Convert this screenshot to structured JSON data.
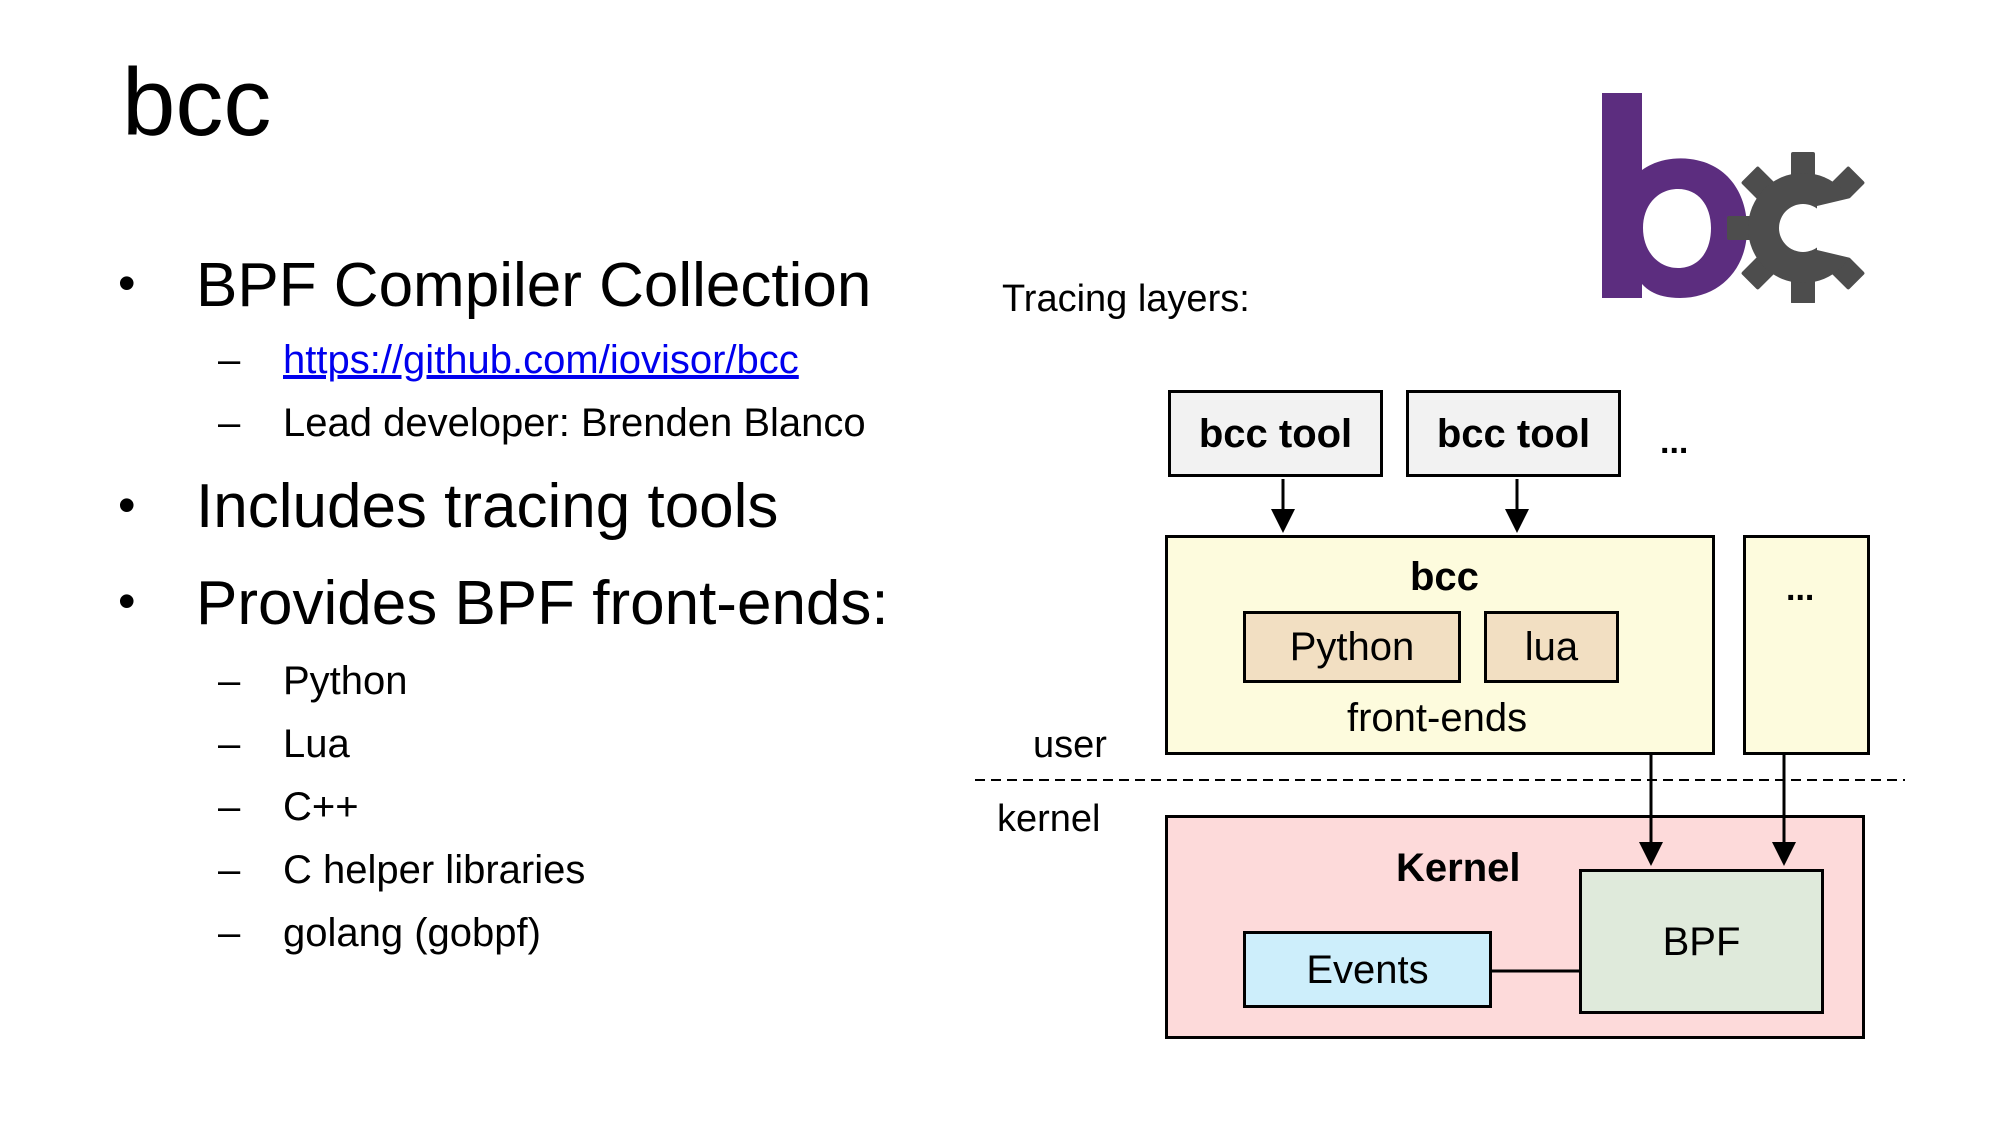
{
  "slide": {
    "title": "bcc",
    "bullets": [
      {
        "text": "BPF Compiler Collection",
        "subitems": [
          {
            "text": "https://github.com/iovisor/bcc",
            "is_link": true
          },
          {
            "text": "Lead developer: Brenden Blanco",
            "is_link": false
          }
        ]
      },
      {
        "text": "Includes tracing tools",
        "subitems": []
      },
      {
        "text": "Provides BPF front-ends:",
        "subitems": [
          {
            "text": "Python"
          },
          {
            "text": "Lua"
          },
          {
            "text": "C++"
          },
          {
            "text": "C helper libraries"
          },
          {
            "text": "golang (gobpf)"
          }
        ]
      }
    ],
    "bullet_glyph": "•",
    "dash_glyph": "–"
  },
  "logo": {
    "text": "bcc",
    "icon": "gear-icon",
    "colors": {
      "b": "#5c2d7f",
      "gear": "#4d4d4d"
    }
  },
  "diagram": {
    "caption": "Tracing layers:",
    "tool1": "bcc tool",
    "tool2": "bcc tool",
    "tools_more": "...",
    "bcc_title": "bcc",
    "python": "Python",
    "lua": "lua",
    "frontends": "front-ends",
    "other_more": "...",
    "user_label": "user",
    "kernel_label": "kernel",
    "kernel_title": "Kernel",
    "events": "Events",
    "bpf": "BPF",
    "colors": {
      "tool_fill": "#f2f2f2",
      "bcc_fill": "#fdfbdd",
      "frontend_fill": "#f2dfc2",
      "kernel_fill": "#fddada",
      "events_fill": "#cdeefb",
      "bpf_fill": "#dfeadb"
    }
  }
}
